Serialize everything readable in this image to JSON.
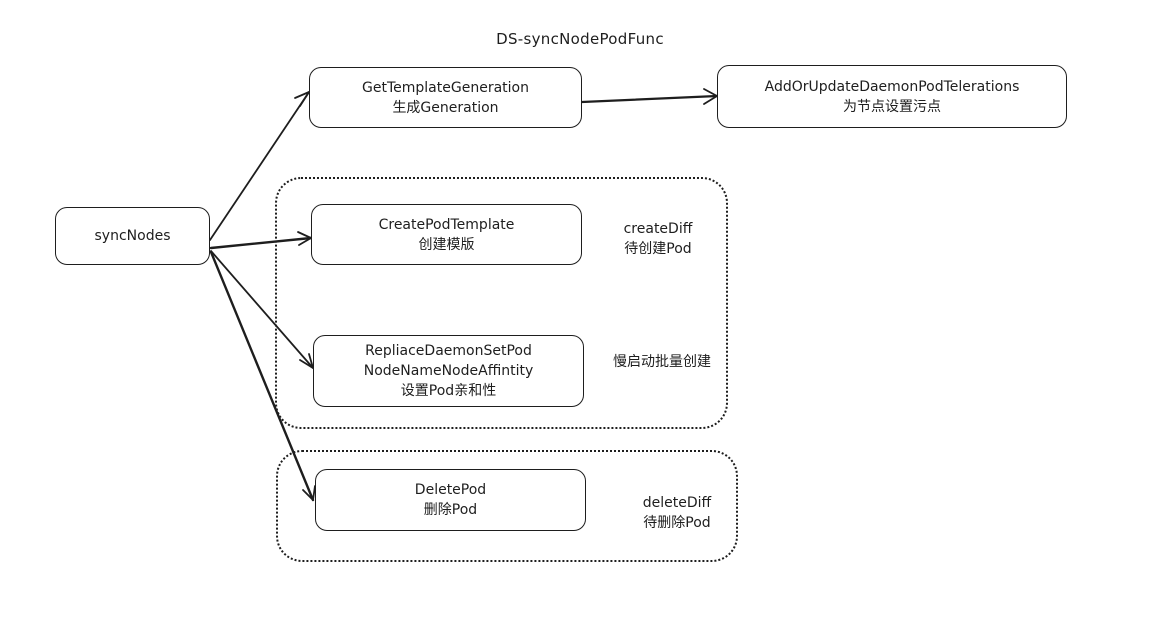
{
  "diagram": {
    "title": "DS-syncNodePodFunc",
    "nodes": {
      "sync_nodes": {
        "lines": [
          "syncNodes"
        ]
      },
      "get_template_generation": {
        "lines": [
          "GetTemplateGeneration",
          "生成Generation"
        ]
      },
      "add_or_update_tolerations": {
        "lines": [
          "AddOrUpdateDaemonPodTelerations",
          "为节点设置污点"
        ]
      },
      "create_pod_template": {
        "lines": [
          "CreatePodTemplate",
          "创建模版"
        ]
      },
      "replace_daemonset_pod": {
        "lines": [
          "ReplіaceDaemonSetPod",
          "NodeNameNodeAffintity",
          "设置Pod亲和性"
        ]
      },
      "delete_pod": {
        "lines": [
          "DeletePod",
          "删除Pod"
        ]
      }
    },
    "notes": {
      "create_diff": {
        "lines": [
          "createDiff",
          "待创建Pod"
        ]
      },
      "slow_start": {
        "lines": [
          "慢启动批量创建"
        ]
      },
      "delete_diff": {
        "lines": [
          "deleteDiff",
          "待删除Pod"
        ]
      }
    },
    "colors": {
      "stroke": "#1e1e1e",
      "background": "#ffffff"
    }
  }
}
